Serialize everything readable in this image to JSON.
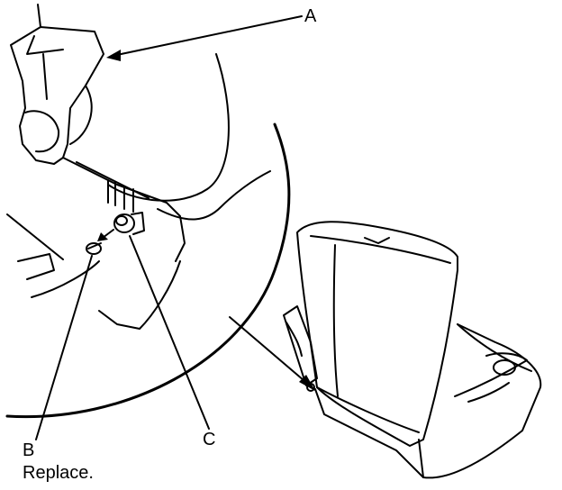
{
  "callouts": {
    "a": "A",
    "b": "B",
    "c": "C",
    "b_note": "Replace."
  },
  "colors": {
    "ink": "#000000",
    "paper": "#ffffff"
  }
}
